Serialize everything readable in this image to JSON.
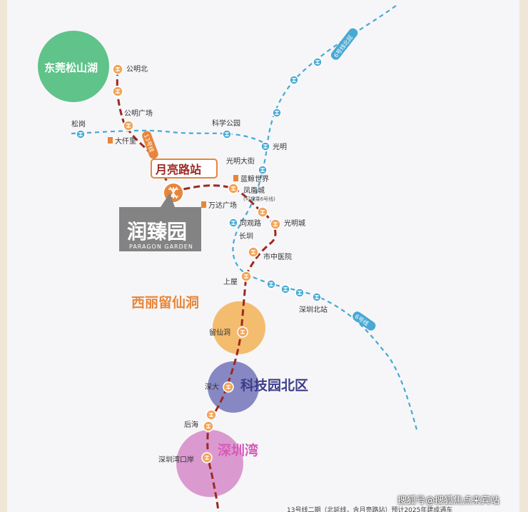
{
  "colors": {
    "line13": "#9b2a22",
    "line6": "#48a9d3",
    "station_fill": "#f2a55a",
    "station_stroke": "#ffffff",
    "accent_orange": "#e7863a",
    "dongguan_circle": "#5fc38a",
    "xili_circle": "#f4bc6e",
    "tech_circle": "#8788c3",
    "bay_circle": "#da9ad0",
    "project_label_bg": "#838383"
  },
  "areas": {
    "dongguan": "东莞松山湖",
    "xili": "西丽留仙洞",
    "tech_park": "科技园北区",
    "shenzhen_bay": "深圳湾"
  },
  "highlight_station": "月亮路站",
  "project": {
    "name_cn": "润臻园",
    "name_en": "PARAGON GARDEN"
  },
  "stations": {
    "gongmingbei": "公明北",
    "gongming_plaza": "公明广场",
    "songgang": "松岗",
    "science_park": "科学公园",
    "guangming": "光明",
    "guangming_street": "光明大街",
    "fenghuang": "凤凰城",
    "fenghuang_note": "(可换乘6号线)",
    "tongguan": "同观路",
    "guangmingcheng": "光明城",
    "changquan": "长圳",
    "hospital": "市中医院",
    "shangwu": "上屋",
    "shenzhenbei": "深圳北站",
    "liuxiandong": "留仙洞",
    "shenda": "深大",
    "houhai": "后海",
    "bay_port": "深圳湾口岸"
  },
  "pois": {
    "daqianli": "大仟里",
    "wanda": "万达广场",
    "fish_world": "蓝鲸世界"
  },
  "line_labels": {
    "north_line6": "6号线北延",
    "line6_label": "6号线",
    "line13_north": "13号线"
  },
  "watermark": "搜狐号@搜狐焦点来宾站",
  "bottom_note": "13号线二期（北延线，含月亮路站）预计2025年建成通车"
}
